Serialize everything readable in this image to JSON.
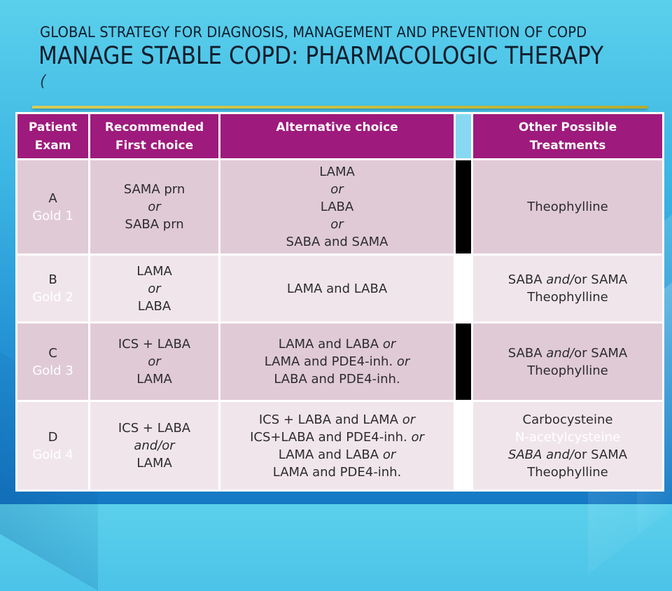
{
  "header": {
    "subtitle": "GLOBAL STRATEGY FOR DIAGNOSIS, MANAGEMENT AND PREVENTION OF COPD",
    "title": "MANAGE STABLE COPD:  PHARMACOLOGIC THERAPY",
    "paren": "("
  },
  "table": {
    "headers": {
      "patient_line1": "Patient",
      "patient_line2": "Exam",
      "first_line1": "Recommended",
      "first_line2": "First choice",
      "alternative": "Alternative choice",
      "other_line1": "Other Possible",
      "other_line2": "Treatments"
    },
    "rows": [
      {
        "group": "A",
        "gold": "Gold 1",
        "first": [
          "SAMA  prn",
          "or",
          "SABA prn"
        ],
        "alternative": [
          "LAMA",
          "or",
          "LABA",
          "or",
          "SABA and SAMA"
        ],
        "other": [
          "Theophylline"
        ]
      },
      {
        "group": "B",
        "gold": "Gold 2",
        "first": [
          "LAMA",
          "or",
          "LABA"
        ],
        "alternative": [
          "LAMA and LABA"
        ],
        "other": [
          "SABA ",
          "and/",
          "or SAMA",
          "Theophylline"
        ]
      },
      {
        "group": "C",
        "gold": "Gold 3",
        "first": [
          "ICS + LABA",
          "or",
          "LAMA"
        ],
        "alternative": [
          "LAMA and LABA ",
          "or",
          "LAMA and PDE4-inh. ",
          "or",
          "LABA and PDE4-inh."
        ],
        "other": [
          "SABA ",
          "and/",
          "or SAMA",
          "Theophylline"
        ]
      },
      {
        "group": "D",
        "gold": "Gold 4",
        "first": [
          "ICS + LABA",
          "and/or",
          "LAMA"
        ],
        "alternative": [
          "ICS + LABA and LAMA ",
          "or",
          "ICS+LABA and PDE4-inh. ",
          "or",
          "LAMA and LABA ",
          "or",
          "LAMA and PDE4-inh."
        ],
        "other": [
          "Carbocysteine",
          "N-acetylcysteine",
          "SABA ",
          "and/",
          "or SAMA",
          "Theophylline"
        ]
      }
    ]
  },
  "colors": {
    "header_bg": "#9e1a7c",
    "row_dark": "#e0cad6",
    "row_light": "#f1e5ec",
    "rule": "#c9c140",
    "background": "#2ea6dc"
  }
}
